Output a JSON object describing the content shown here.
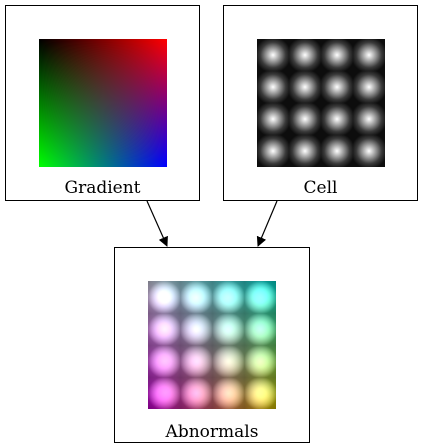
{
  "nodes": {
    "gradient": {
      "label": "Gradient"
    },
    "cell": {
      "label": "Cell"
    },
    "abnormals": {
      "label": "Abnormals"
    }
  },
  "edges": [
    {
      "from": "Gradient",
      "to": "Abnormals"
    },
    {
      "from": "Cell",
      "to": "Abnormals"
    }
  ],
  "colors": {
    "border": "#000000",
    "gradient_corners": {
      "top_left": "#000000",
      "top_right": "#ff0000",
      "bottom_left": "#00ff00",
      "bottom_right": "#0000ff"
    }
  }
}
